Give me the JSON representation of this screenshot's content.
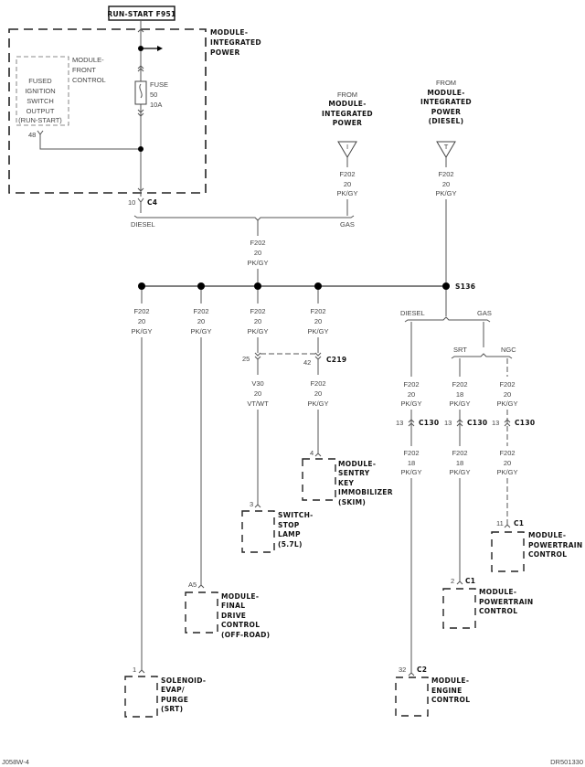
{
  "title_box": "RUN-START F951",
  "module_integrated_power": [
    "MODULE-",
    "INTEGRATED",
    "POWER"
  ],
  "module_front_control": [
    "MODULE-",
    "FRONT",
    "CONTROL"
  ],
  "fused_output": [
    "FUSED",
    "IGNITION",
    "SWITCH",
    "OUTPUT",
    "(RUN-START)"
  ],
  "fused_output_pin": "48",
  "fuse": [
    "FUSE",
    "50",
    "10A"
  ],
  "c4": {
    "pin": "10",
    "name": "C4"
  },
  "variant_diesel": "DIESEL",
  "variant_gas": "GAS",
  "variant_srt": "SRT",
  "variant_ngc": "NGC",
  "from_mip": [
    "FROM",
    "MODULE-",
    "INTEGRATED",
    "POWER"
  ],
  "from_mip_diesel": [
    "FROM",
    "MODULE-",
    "INTEGRATED",
    "POWER",
    "(DIESEL)"
  ],
  "connector_i": "I",
  "connector_t": "T",
  "wire_f202_20": [
    "F202",
    "20",
    "PK/GY"
  ],
  "wire_f202_18": [
    "F202",
    "18",
    "PK/GY"
  ],
  "wire_v30_20": [
    "V30",
    "20",
    "VT/WT"
  ],
  "splice": "S136",
  "c219": {
    "name": "C219",
    "pin_left": "25",
    "pin_right": "42"
  },
  "c130": {
    "name": "C130",
    "pin": "13"
  },
  "skim": {
    "pin": "4",
    "label": [
      "MODULE-",
      "SENTRY",
      "KEY",
      "IMMOBILIZER",
      "(SKIM)"
    ]
  },
  "stop_lamp": {
    "pin": "3",
    "label": [
      "SWITCH-",
      "STOP",
      "LAMP",
      "(5.7L)"
    ]
  },
  "final_drive": {
    "pin": "A5",
    "label": [
      "MODULE-",
      "FINAL",
      "DRIVE",
      "CONTROL",
      "(OFF-ROAD)"
    ]
  },
  "evap": {
    "pin": "1",
    "label": [
      "SOLENOID-",
      "EVAP/",
      "PURGE",
      "(SRT)"
    ]
  },
  "pcm_ngc": {
    "pin": "11",
    "conn": "C1",
    "label": [
      "MODULE-",
      "POWERTRAIN",
      "CONTROL"
    ]
  },
  "pcm_srt": {
    "pin": "2",
    "conn": "C1",
    "label": [
      "MODULE-",
      "POWERTRAIN",
      "CONTROL"
    ]
  },
  "ecm": {
    "pin": "32",
    "conn": "C2",
    "label": [
      "MODULE-",
      "ENGINE",
      "CONTROL"
    ]
  },
  "footer_left": "J058W-4",
  "footer_right": "DR501330"
}
